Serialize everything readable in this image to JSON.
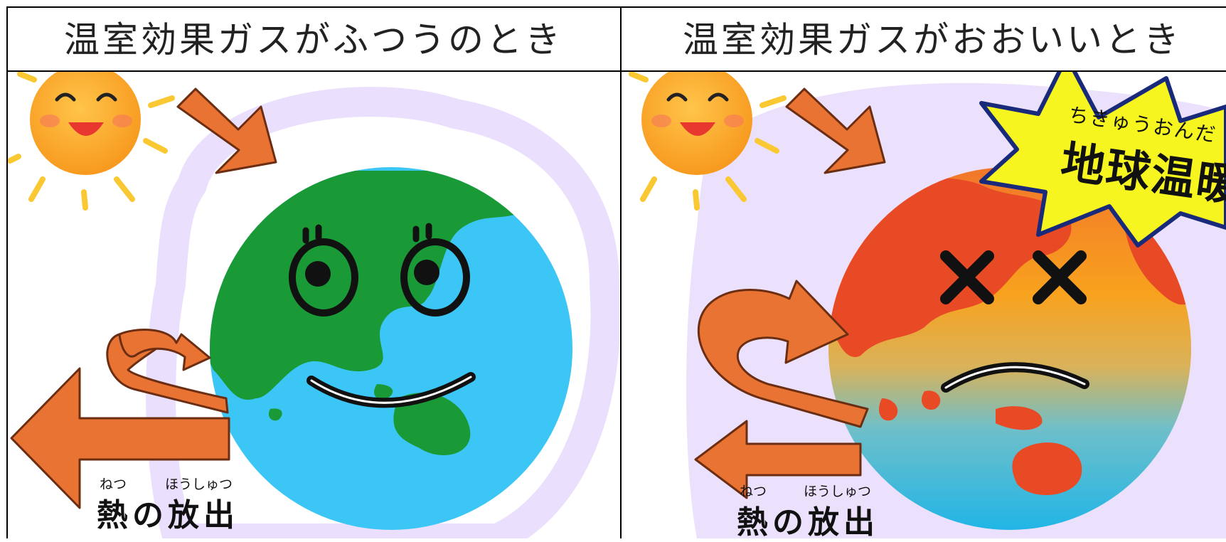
{
  "panels": {
    "normal": {
      "title": "温室効果ガスがふつうのとき",
      "heat_label": "熱の放出",
      "heat_ruby_netsu": "ねつ",
      "heat_ruby_houshutsu": "ほうしゅつ"
    },
    "many": {
      "title": "温室効果ガスがおおいいとき",
      "heat_label": "熱の放出",
      "heat_ruby_netsu": "ねつ",
      "heat_ruby_houshutsu": "ほうしゅつ",
      "badge_text": "地球温暖",
      "badge_ruby": "ちきゅうおんだ"
    }
  },
  "colors": {
    "arrow": "#e87333",
    "earth_ocean": "#3cc6f5",
    "earth_land": "#1a9a37",
    "sun": "#f9a022",
    "haze": "#e6d9fb",
    "badge": "#f6f520",
    "badge_border": "#1a2a7a"
  }
}
